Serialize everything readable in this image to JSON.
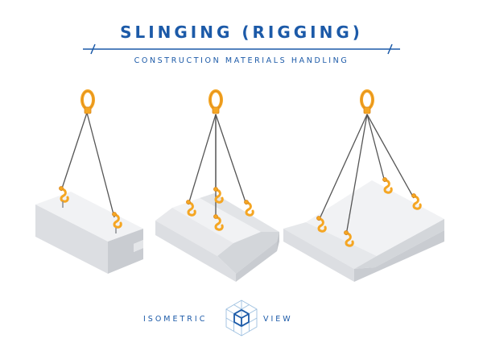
{
  "header": {
    "title": "SLINGING (RIGGING)",
    "subtitle": "CONSTRUCTION MATERIALS HANDLING"
  },
  "footer": {
    "left_label": "ISOMETRIC",
    "right_label": "VIEW",
    "icon": "isometric-cube-icon"
  },
  "illustrations": [
    {
      "name": "two-point-sling-lintel-block",
      "hooks": 2
    },
    {
      "name": "four-point-sling-trapezoid-slab",
      "hooks": 4
    },
    {
      "name": "four-point-sling-large-slab",
      "hooks": 4
    }
  ],
  "colors": {
    "accent": "#1c5aa8",
    "ring": "#f5a623",
    "ring_dark": "#d9861a",
    "rope": "#555555",
    "concrete_top": "#f1f2f4",
    "concrete_left": "#dcdee2",
    "concrete_right": "#c9ccd1"
  }
}
